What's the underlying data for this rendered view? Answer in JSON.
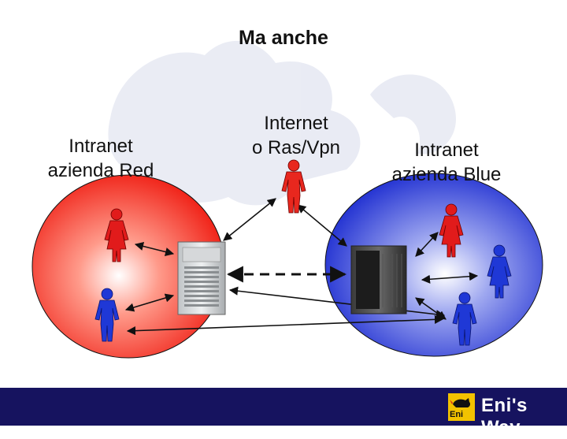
{
  "title": "Ma anche",
  "nodes": {
    "red": {
      "line1": "Intranet",
      "line2": "azienda Red",
      "color": "#e11b1b"
    },
    "internet": {
      "line1": "Internet",
      "line2": "o Ras/Vpn",
      "color": "#e8271e"
    },
    "blue": {
      "line1": "Intranet",
      "line2": "azienda Blue",
      "color": "#1f38d6"
    }
  },
  "footer": {
    "brand": "Eni's Way",
    "logo_label": "Eni",
    "background": "#16135f",
    "logo_color": "#f2c200"
  },
  "icons": [
    "person-icon",
    "server-icon",
    "dog-logo-watermark"
  ]
}
